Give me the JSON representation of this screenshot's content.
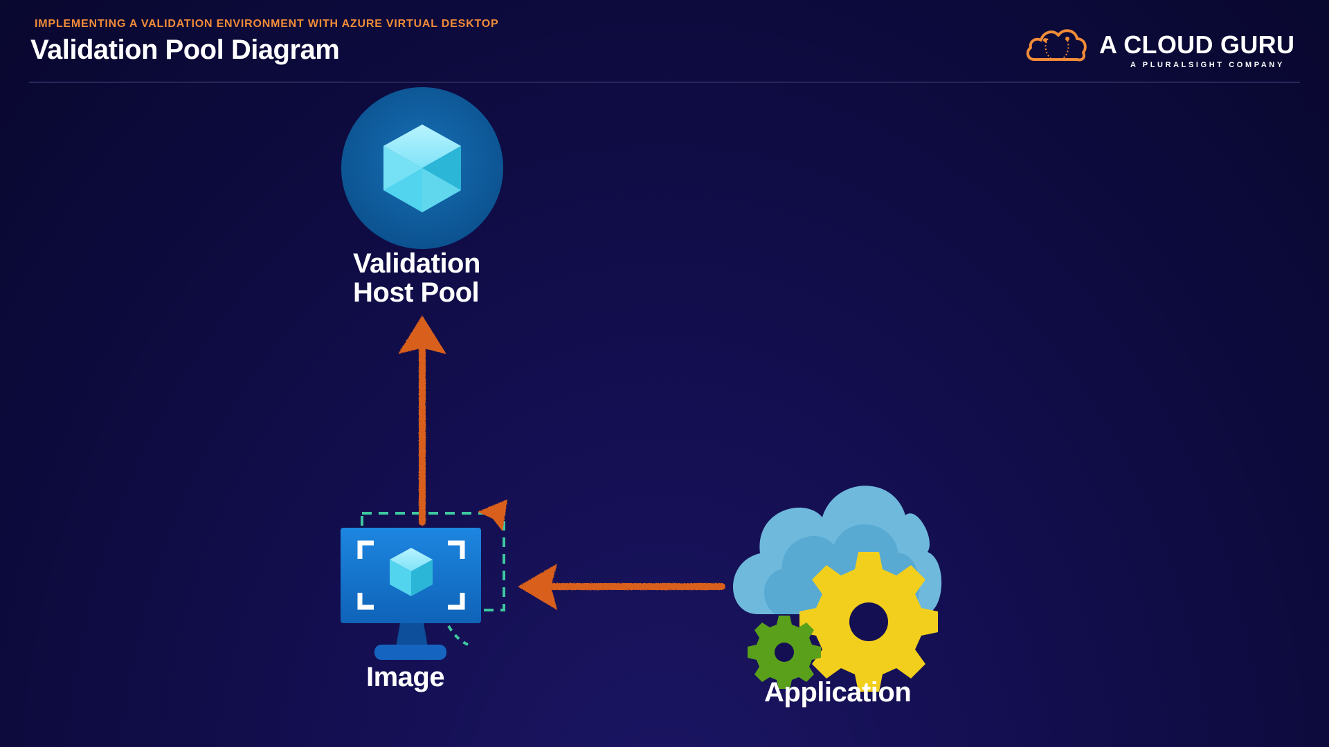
{
  "header": {
    "subtitle": "IMPLEMENTING A VALIDATION ENVIRONMENT WITH AZURE VIRTUAL DESKTOP",
    "title": "Validation Pool Diagram"
  },
  "brand": {
    "name": "A CLOUD GURU",
    "tagline": "A PLURALSIGHT COMPANY",
    "logo_icon": "cloud-logo-icon",
    "accent_color": "#f28c38"
  },
  "diagram": {
    "nodes": {
      "host_pool": {
        "label_line1": "Validation",
        "label_line2": "Host Pool",
        "icon": "host-pool-cube-icon"
      },
      "image": {
        "label": "Image",
        "icon": "monitor-image-icon"
      },
      "application": {
        "label": "Application",
        "icon": "cloud-gears-icon"
      }
    },
    "edges": [
      {
        "from": "application",
        "to": "image"
      },
      {
        "from": "image",
        "to": "host_pool"
      }
    ],
    "colors": {
      "arrow": "#d9601c",
      "host_pool_circle": "#0f5e9e",
      "monitor": "#1478d2",
      "dashed_frame": "#3ec8a0",
      "cloud": "#6fb9dc",
      "gear_large": "#f2cf1d",
      "gear_small": "#5aa01b"
    }
  }
}
